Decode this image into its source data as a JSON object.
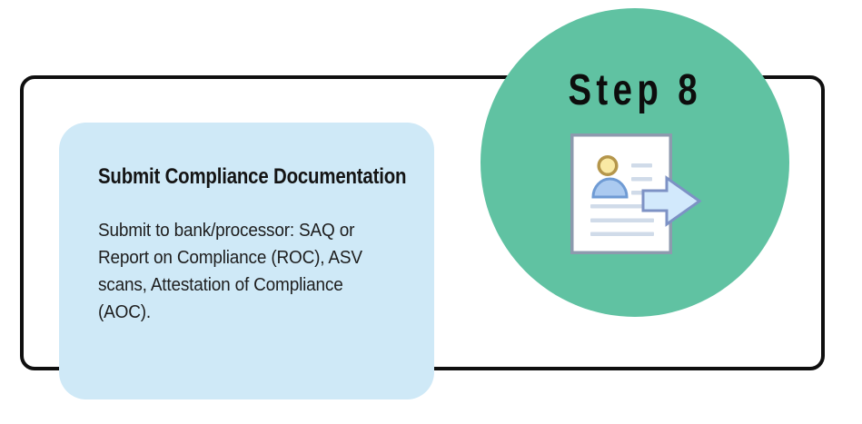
{
  "step_badge": {
    "label": "Step 8"
  },
  "card": {
    "title": "Submit Compliance Documentation",
    "body_lines": [
      "Submit to bank/processor: SAQ or",
      "Report on Compliance (ROC), ASV",
      "scans, Attestation of Compliance",
      "(AOC)."
    ]
  },
  "icon": {
    "name": "document-share-icon",
    "parts": [
      "document-page",
      "avatar-head",
      "avatar-body",
      "text-lines",
      "share-arrow"
    ]
  },
  "colors": {
    "circle_bg": "#60c2a2",
    "card_bg": "#cfe9f7",
    "frame_border": "#0f0f0f",
    "title_text": "#141414",
    "body_text": "#1e1e1e",
    "doc_fill": "#ffffff",
    "doc_border": "#8d9aae",
    "head_fill": "#f9e9a4",
    "head_stroke": "#b5964b",
    "torso_fill": "#abcaf0",
    "torso_stroke": "#6f9bd4",
    "line_fill": "#d0dbe9",
    "arrow_fill": "#d2e9fc",
    "arrow_stroke": "#7d92c5"
  }
}
